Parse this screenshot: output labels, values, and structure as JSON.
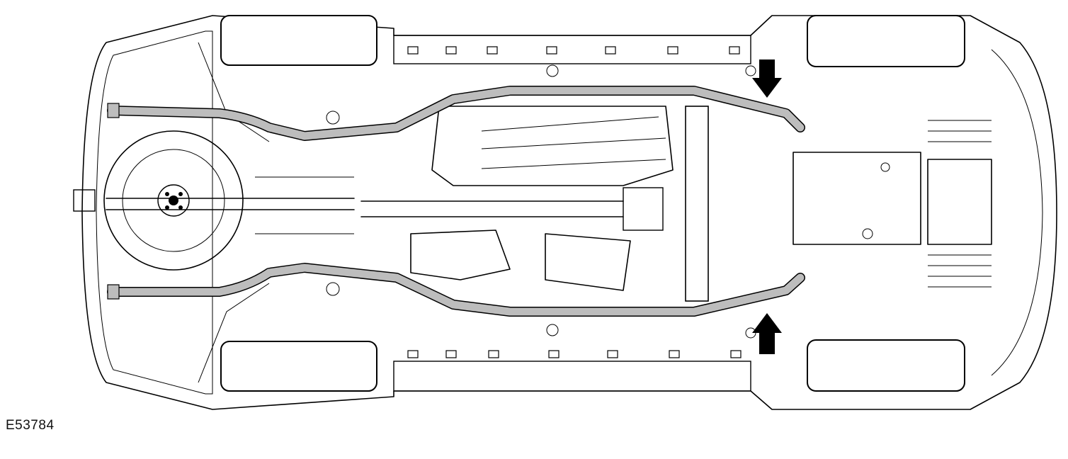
{
  "figure": {
    "id_label": "E53784",
    "exhaust_color": "#bdbdbd",
    "arrow_color": "#000000",
    "arrows": [
      {
        "name": "front-mount-arrow-top",
        "direction": "down"
      },
      {
        "name": "front-mount-arrow-bottom",
        "direction": "up"
      }
    ]
  }
}
